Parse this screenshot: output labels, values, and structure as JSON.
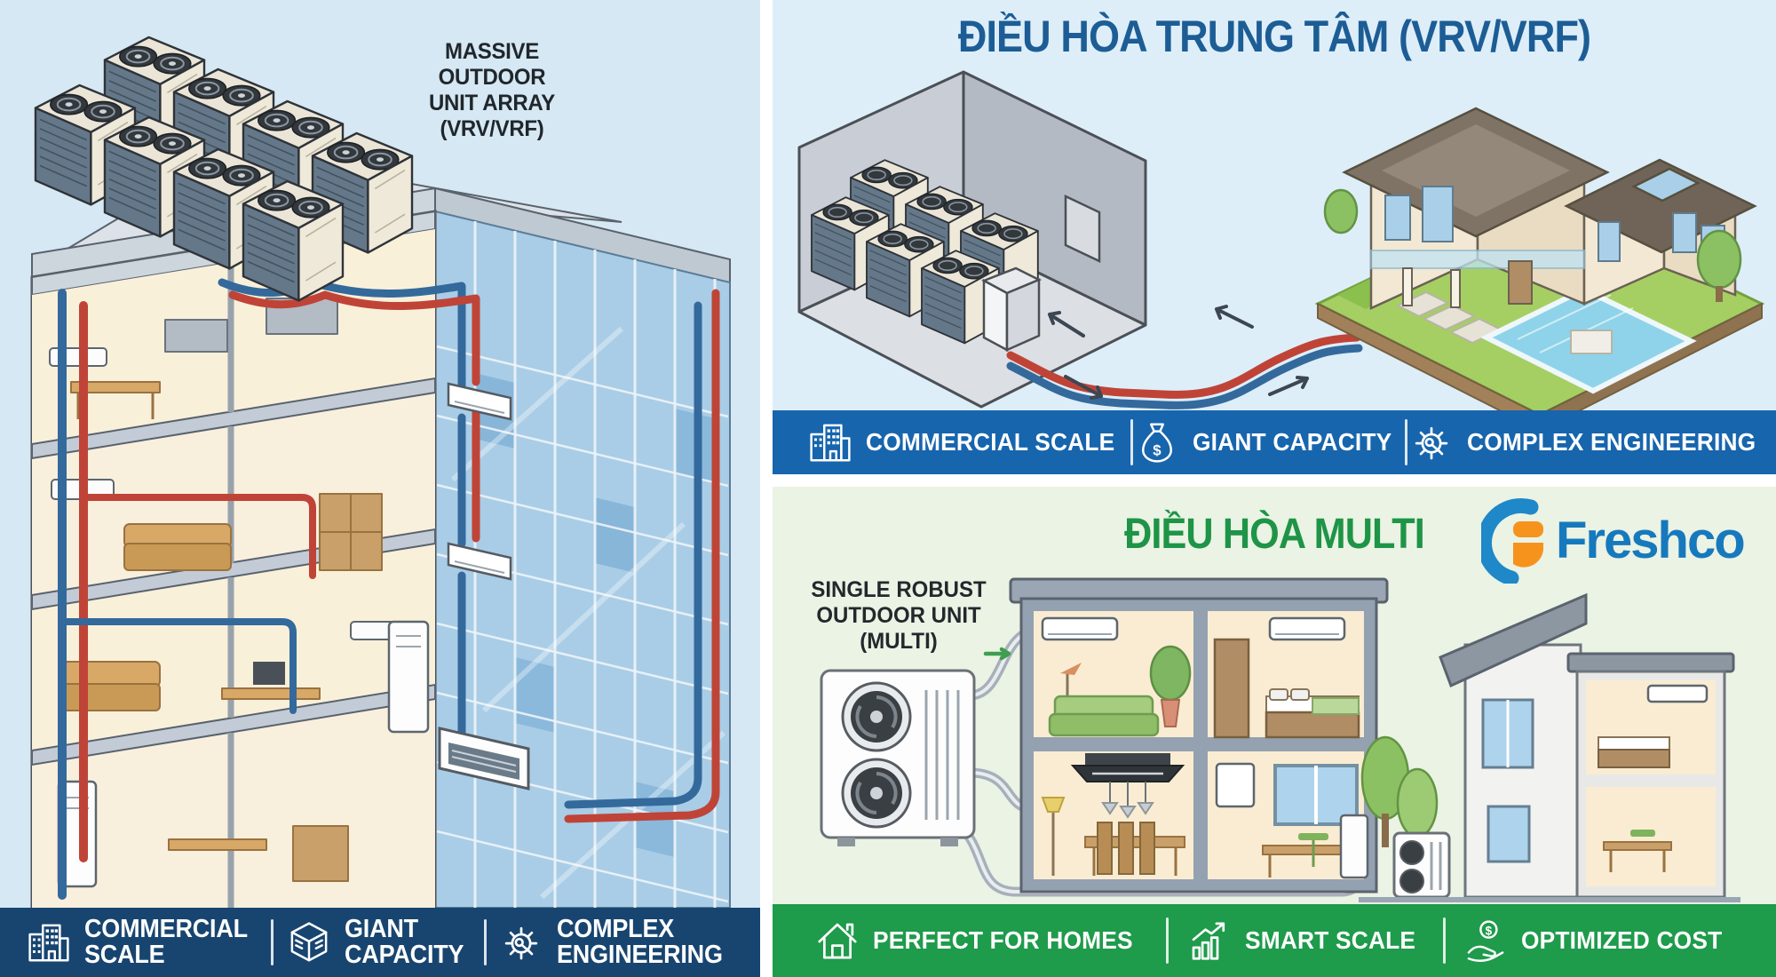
{
  "colors": {
    "left_bg": "#d5e8f3",
    "left_bar_bg": "#184570",
    "vrv_bg": "#ddeef9",
    "vrv_title": "#1d5d95",
    "vrv_bar_bg": "#1765ad",
    "multi_bg": "#eaf3e4",
    "multi_title": "#1e9447",
    "multi_bar_bg": "#1e9b4b",
    "pipe_red": "#bf4437",
    "pipe_blue": "#34699c",
    "brand_blue": "#1e88c8",
    "brand_orange": "#f6931d"
  },
  "icons": {
    "dollar_glyph": "$"
  },
  "left_panel": {
    "caption": {
      "line1": "MASSIVE OUTDOOR",
      "line2": "UNIT ARRAY",
      "line3": "(VRV/VRF)"
    },
    "features": [
      {
        "icon": "building-icon",
        "line1": "COMMERCIAL",
        "line2": "SCALE"
      },
      {
        "icon": "capacity-box-icon",
        "line1": "GIANT",
        "line2": "CAPACITY"
      },
      {
        "icon": "gear-icon",
        "line1": "COMPLEX",
        "line2": "ENGINEERING"
      }
    ]
  },
  "vrv_section": {
    "title": "ĐIỀU HÒA TRUNG TÂM (VRV/VRF)",
    "features": [
      {
        "icon": "building-icon",
        "label": "COMMERCIAL SCALE"
      },
      {
        "icon": "money-bag-icon",
        "label": "GIANT CAPACITY"
      },
      {
        "icon": "gear-icon",
        "label": "COMPLEX ENGINEERING"
      }
    ]
  },
  "multi_section": {
    "title": "ĐIỀU HÒA MULTI",
    "brand_name": "Freshco",
    "caption": {
      "line1": "SINGLE ROBUST",
      "line2": "OUTDOOR UNIT",
      "line3": "(MULTI)"
    },
    "features": [
      {
        "icon": "home-icon",
        "label": "PERFECT FOR HOMES"
      },
      {
        "icon": "growth-chart-icon",
        "label": "SMART SCALE"
      },
      {
        "icon": "hand-coin-icon",
        "label": "OPTIMIZED COST"
      }
    ]
  }
}
